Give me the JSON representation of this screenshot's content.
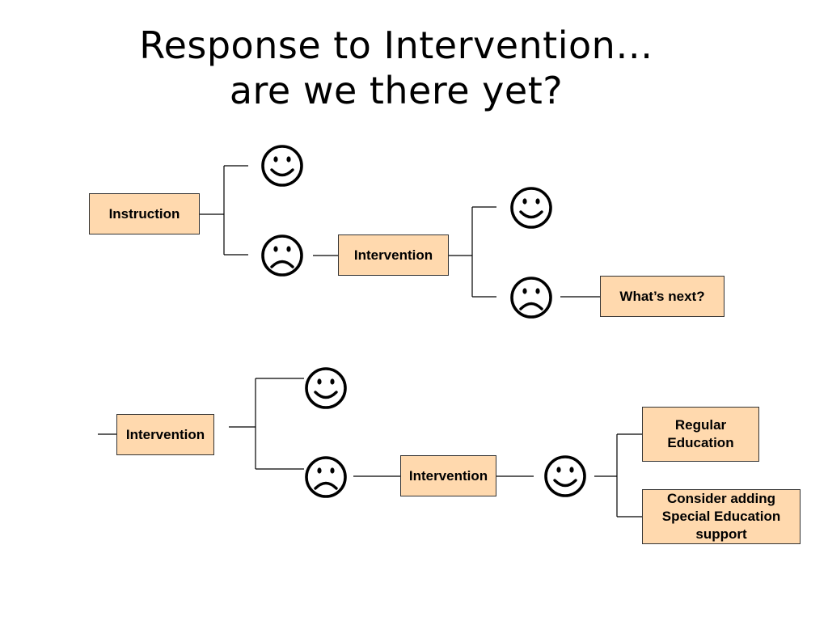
{
  "title": {
    "line1": "Response to Intervention…",
    "line2": "are we there yet?"
  },
  "boxes": {
    "instruction": "Instruction",
    "intervention_top": "Intervention",
    "whats_next": "What’s next?",
    "intervention_bottom_left": "Intervention",
    "intervention_bottom_mid": "Intervention",
    "regular_education": "Regular Education",
    "special_education": "Consider adding Special Education support"
  },
  "icons": {
    "happy": "smiley-face-icon",
    "sad": "frowning-face-icon"
  },
  "colors": {
    "box_fill": "#ffd9ae",
    "box_border": "#333333",
    "line": "#000000"
  }
}
